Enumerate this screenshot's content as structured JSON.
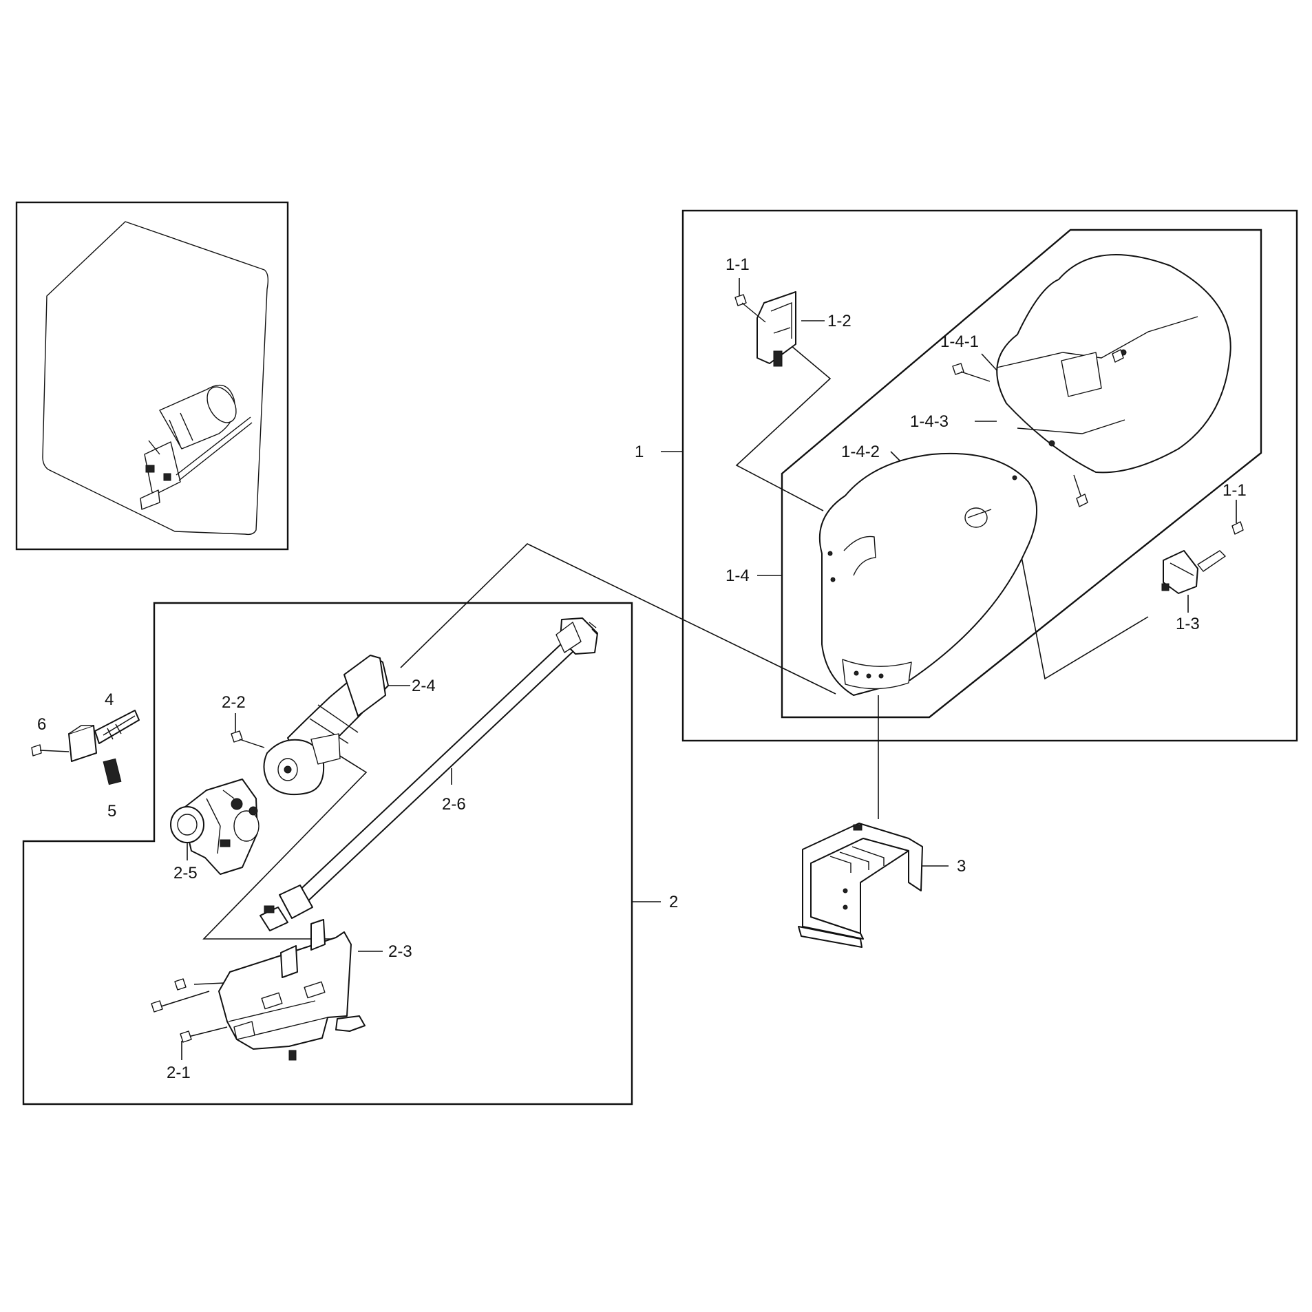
{
  "callouts": {
    "c1": "1",
    "c1_1_top": "1-1",
    "c1_1_right": "1-1",
    "c1_2": "1-2",
    "c1_3": "1-3",
    "c1_4": "1-4",
    "c1_4_1": "1-4-1",
    "c1_4_2": "1-4-2",
    "c1_4_3": "1-4-3",
    "c2": "2",
    "c2_1": "2-1",
    "c2_2": "2-2",
    "c2_3": "2-3",
    "c2_4": "2-4",
    "c2_5": "2-5",
    "c2_6": "2-6",
    "c3": "3",
    "c4": "4",
    "c5": "5",
    "c6": "6"
  }
}
